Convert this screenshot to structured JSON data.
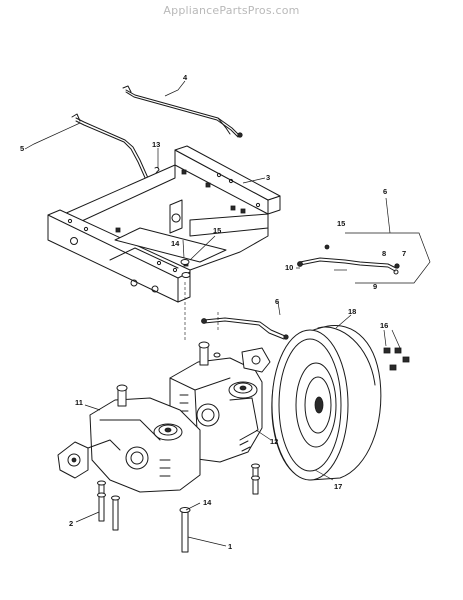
{
  "watermark": "AppliancePartsPros.com",
  "callouts": {
    "c1": "1",
    "c2": "2",
    "c3": "3",
    "c4": "4",
    "c5": "5",
    "c6a": "6",
    "c6b": "6",
    "c7": "7",
    "c8": "8",
    "c9": "9",
    "c10": "10",
    "c11": "11",
    "c12": "12",
    "c13": "13",
    "c14a": "14",
    "c14b": "14",
    "c15a": "15",
    "c15b": "15",
    "c16": "16",
    "c17": "17",
    "c18": "18"
  }
}
